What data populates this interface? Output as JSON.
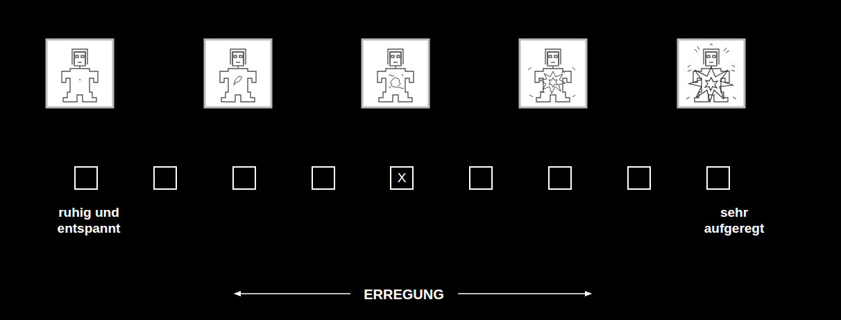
{
  "diagram": {
    "nodes": [
      {
        "text": [
          "X"
        ]
      }
    ],
    "labels": [
      "ruhig und entspannt",
      "sehr aufgeregt",
      "ERREGUNG"
    ]
  }
}
